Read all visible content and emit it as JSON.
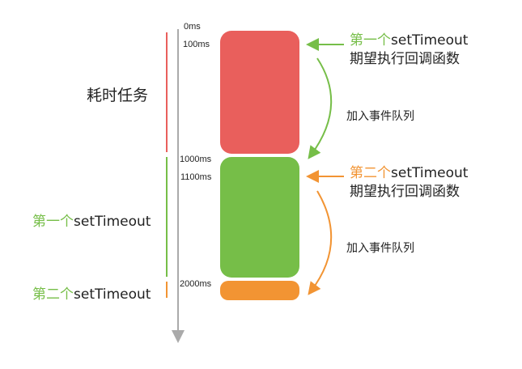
{
  "colors": {
    "long_task": "#E95F5C",
    "first_timeout": "#76BE48",
    "second_timeout": "#F29433",
    "axis": "#AAAAAA"
  },
  "timeline": {
    "labels": [
      "0ms",
      "100ms",
      "1000ms",
      "1100ms",
      "2000ms"
    ]
  },
  "left_labels": {
    "long_task": "耗时任务",
    "first": {
      "prefix": "第一个",
      "name": "setTimeout"
    },
    "second": {
      "prefix": "第二个",
      "name": "setTimeout"
    }
  },
  "right_labels": {
    "first": {
      "prefix": "第一个",
      "name": "setTimeout",
      "line2": "期望执行回调函数",
      "queue": "加入事件队列"
    },
    "second": {
      "prefix": "第二个",
      "name": "setTimeout",
      "line2": "期望执行回调函数",
      "queue": "加入事件队列"
    }
  }
}
